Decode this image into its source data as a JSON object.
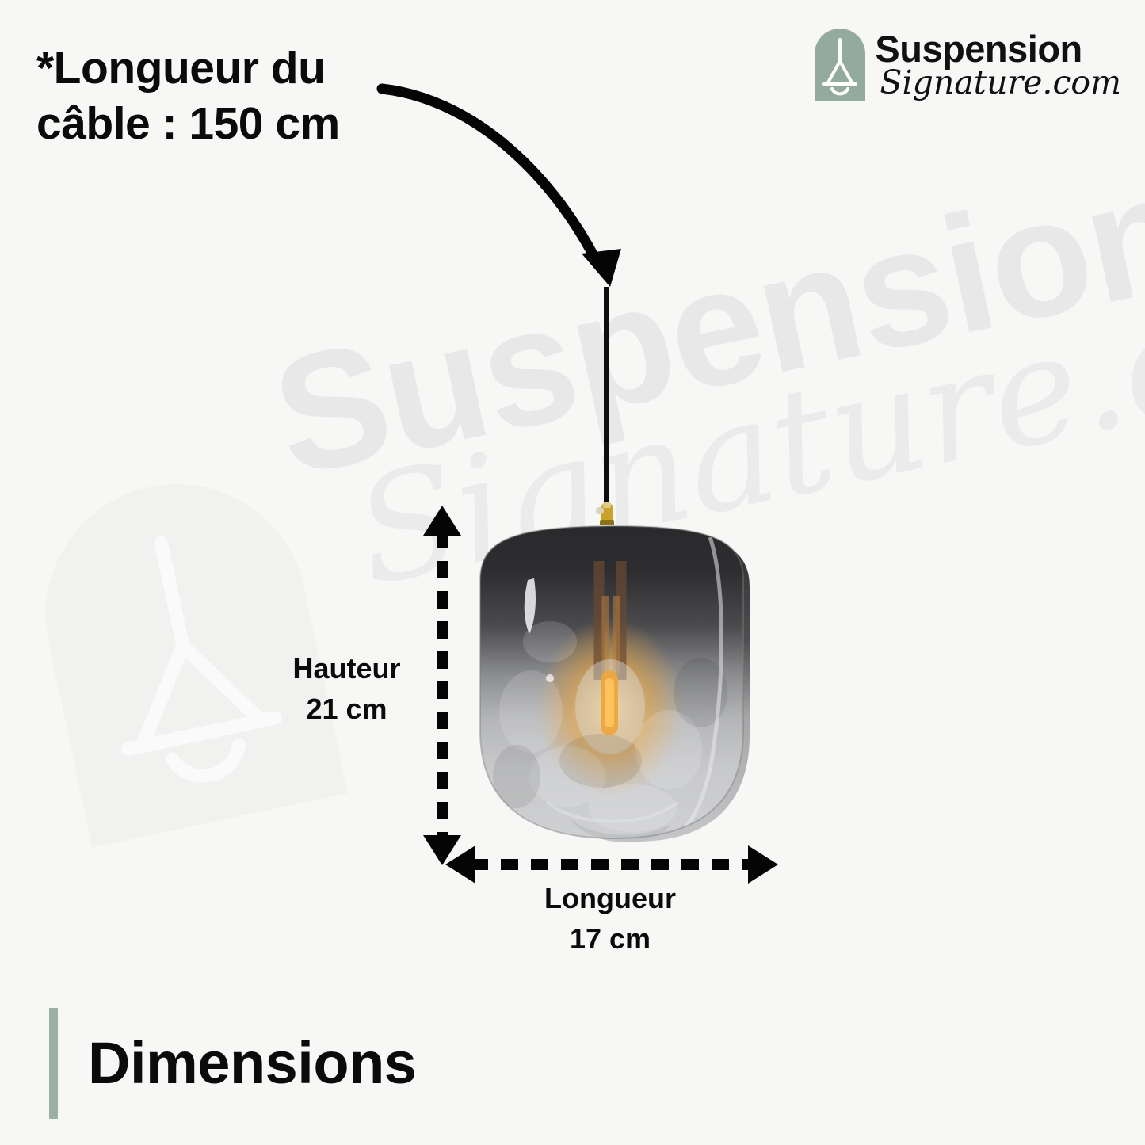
{
  "page": {
    "background_color": "#f7f7f6",
    "accent_color": "#9bb0a3",
    "text_color": "#0b0b0b"
  },
  "brand": {
    "logo_name_top": "Suspension",
    "logo_name_bottom": "Signature.com",
    "icon": "pendant-lamp-icon",
    "icon_color": "#93ab9e"
  },
  "watermark": {
    "line1": "Suspension",
    "line2": "Signature.com",
    "color": "#e8e8e8"
  },
  "annotations": {
    "cable_note_line1": "*Longueur du",
    "cable_note_line2": "câble : 150 cm",
    "cable_length_value": "150 cm",
    "curved_arrow": "curved-arrow-to-cable"
  },
  "dimensions": {
    "height": {
      "label": "Hauteur",
      "value": "21 cm",
      "arrow": "double-headed-dashed-vertical-arrow"
    },
    "width": {
      "label": "Longueur",
      "value": "17 cm",
      "arrow": "double-headed-dashed-horizontal-arrow"
    }
  },
  "product": {
    "name": "pendant-lamp",
    "cord_color": "#0e0e10",
    "socket_color": "#c9a227",
    "shade_top_color": "#262628",
    "shade_bottom_color": "#c9cacb",
    "bulb_color": "#e8a33a"
  },
  "footer": {
    "title": "Dimensions"
  }
}
